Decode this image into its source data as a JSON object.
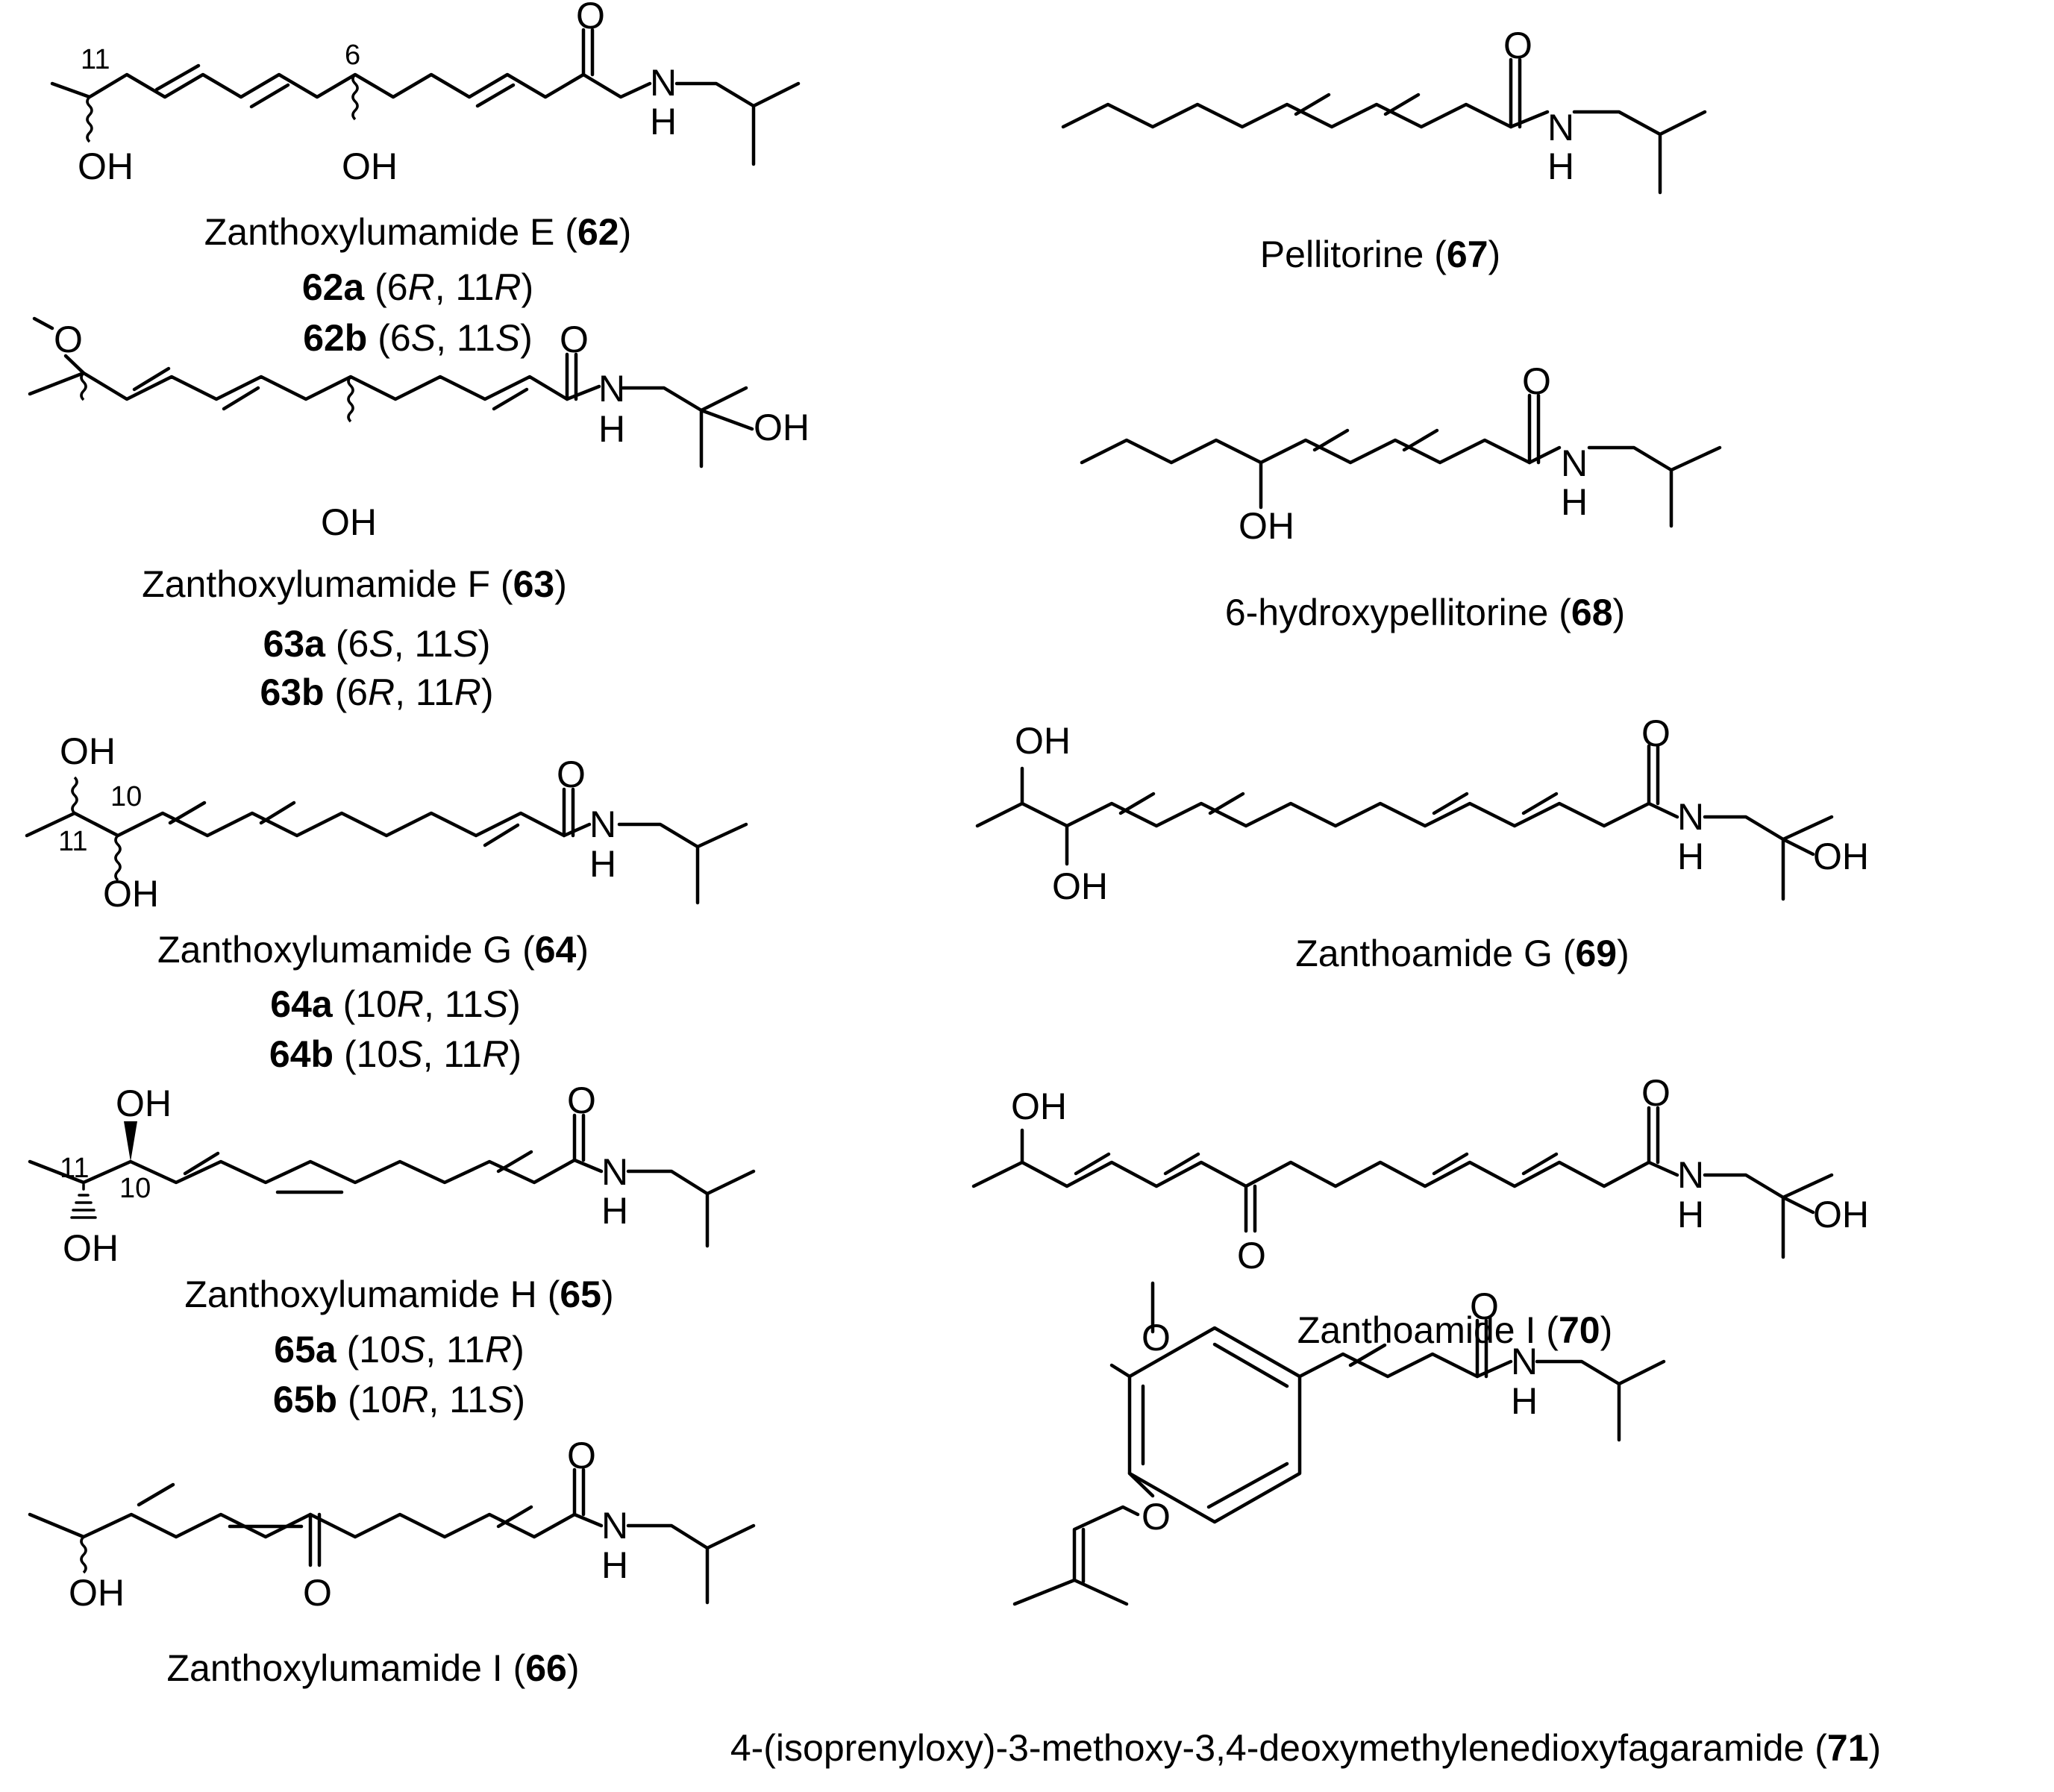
{
  "compounds": {
    "c62": {
      "name": "Zanthoxylumamide E",
      "id": "62",
      "isomers": [
        {
          "id": "62a",
          "p1": "6",
          "c1": "R",
          "p2": "11",
          "c2": "R"
        },
        {
          "id": "62b",
          "p1": "6",
          "c1": "S",
          "p2": "11",
          "c2": "S"
        }
      ],
      "labels": {
        "oh1": "OH",
        "oh2": "OH",
        "o": "O",
        "n": "N",
        "h": "H",
        "pos11": "11",
        "pos6": "6"
      }
    },
    "c63": {
      "name": "Zanthoxylumamide F",
      "id": "63",
      "isomers": [
        {
          "id": "63a",
          "p1": "6",
          "c1": "S",
          "p2": "11",
          "c2": "S"
        },
        {
          "id": "63b",
          "p1": "6",
          "c1": "R",
          "p2": "11",
          "c2": "R"
        }
      ],
      "labels": {
        "ome": "O",
        "oh1": "OH",
        "o": "O",
        "n": "N",
        "h": "H",
        "oh2": "OH"
      }
    },
    "c64": {
      "name": "Zanthoxylumamide G",
      "id": "64",
      "isomers": [
        {
          "id": "64a",
          "p1": "10",
          "c1": "R",
          "p2": "11",
          "c2": "S"
        },
        {
          "id": "64b",
          "p1": "10",
          "c1": "S",
          "p2": "11",
          "c2": "R"
        }
      ],
      "labels": {
        "oh1": "OH",
        "oh2": "OH",
        "pos10": "10",
        "pos11": "11",
        "o": "O",
        "n": "N",
        "h": "H"
      }
    },
    "c65": {
      "name": "Zanthoxylumamide H",
      "id": "65",
      "isomers": [
        {
          "id": "65a",
          "p1": "10",
          "c1": "S",
          "p2": "11",
          "c2": "R"
        },
        {
          "id": "65b",
          "p1": "10",
          "c1": "R",
          "p2": "11",
          "c2": "S"
        }
      ],
      "labels": {
        "oh1": "OH",
        "oh2": "OH",
        "pos11": "11",
        "pos10": "10",
        "o": "O",
        "n": "N",
        "h": "H"
      }
    },
    "c66": {
      "name": "Zanthoxylumamide I",
      "id": "66",
      "labels": {
        "oh": "OH",
        "ok": "O",
        "o": "O",
        "n": "N",
        "h": "H"
      }
    },
    "c67": {
      "name": "Pellitorine",
      "id": "67",
      "labels": {
        "o": "O",
        "n": "N",
        "h": "H"
      }
    },
    "c68": {
      "name": "6-hydroxypellitorine",
      "id": "68",
      "labels": {
        "oh": "OH",
        "o": "O",
        "n": "N",
        "h": "H"
      }
    },
    "c69": {
      "name": "Zanthoamide G",
      "id": "69",
      "labels": {
        "oh1": "OH",
        "oh2": "OH",
        "o": "O",
        "n": "N",
        "h": "H",
        "oh3": "OH"
      }
    },
    "c70": {
      "name": "Zanthoamide I",
      "id": "70",
      "labels": {
        "oh1": "OH",
        "ok": "O",
        "o": "O",
        "n": "N",
        "h": "H",
        "oh2": "OH"
      }
    },
    "c71": {
      "name": "4-(isoprenyloxy)-3-methoxy-3,4-deoxymethylenedioxyfagaramide",
      "id": "71",
      "labels": {
        "ome": "O",
        "oe": "O",
        "o": "O",
        "n": "N",
        "h": "H"
      }
    }
  }
}
